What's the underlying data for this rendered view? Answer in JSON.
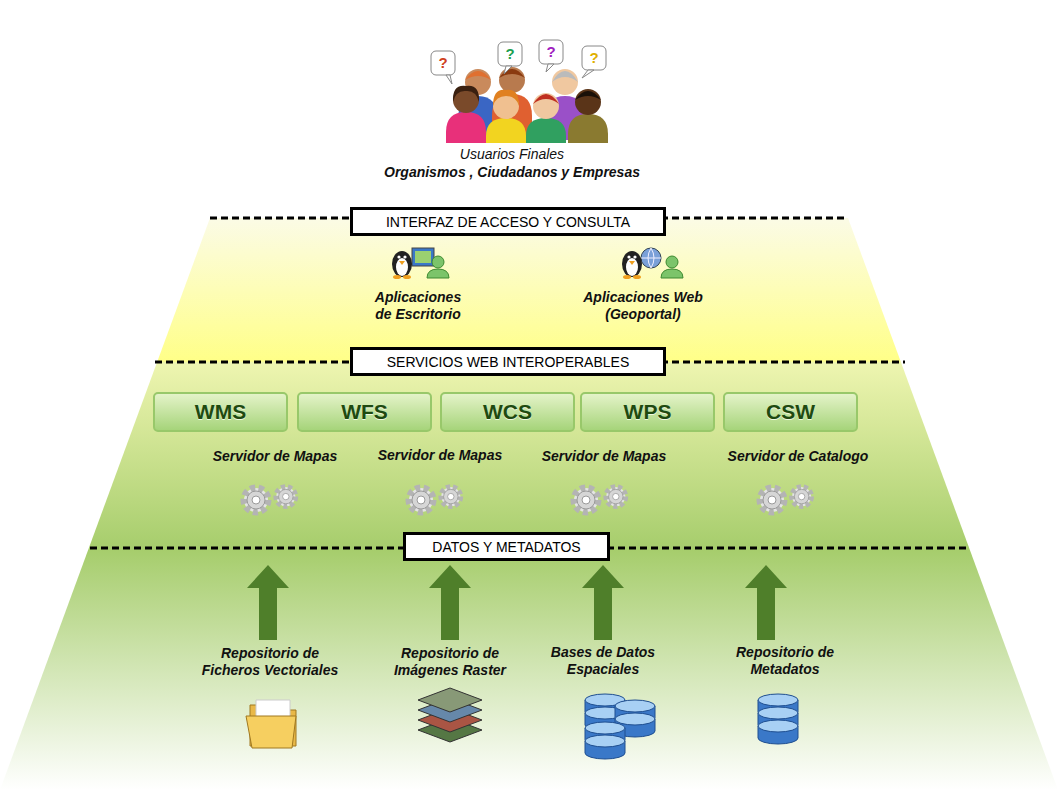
{
  "diagram": {
    "nodes": [
      {
        "text": [
          "INTERFAZ DE ACCESO Y CONSULTA"
        ]
      },
      {
        "text": [
          "SERVICIOS WEB INTEROPERABLES"
        ]
      },
      {
        "text": [
          "WMS"
        ]
      },
      {
        "text": [
          "WFS"
        ]
      },
      {
        "text": [
          "WCS"
        ]
      },
      {
        "text": [
          "WPS"
        ]
      },
      {
        "text": [
          "CSW"
        ]
      },
      {
        "text": [
          "DATOS Y METADATOS"
        ]
      }
    ],
    "labels": [
      "?",
      "?",
      "?",
      "?",
      "Usuarios Finales",
      "Organismos , Ciudadanos y Empresas",
      "Aplicaciones de Escritorio",
      "Aplicaciones Web (Geoportal)",
      "Servidor de Mapas",
      "Servidor de Mapas",
      "Servidor de Mapas",
      "Servidor de Catalogo",
      "Repositorio de Ficheros Vectoriales",
      "Repositorio de Imágenes Raster",
      "Bases de Datos Espaciales",
      "Repositorio de Metadatos"
    ]
  }
}
